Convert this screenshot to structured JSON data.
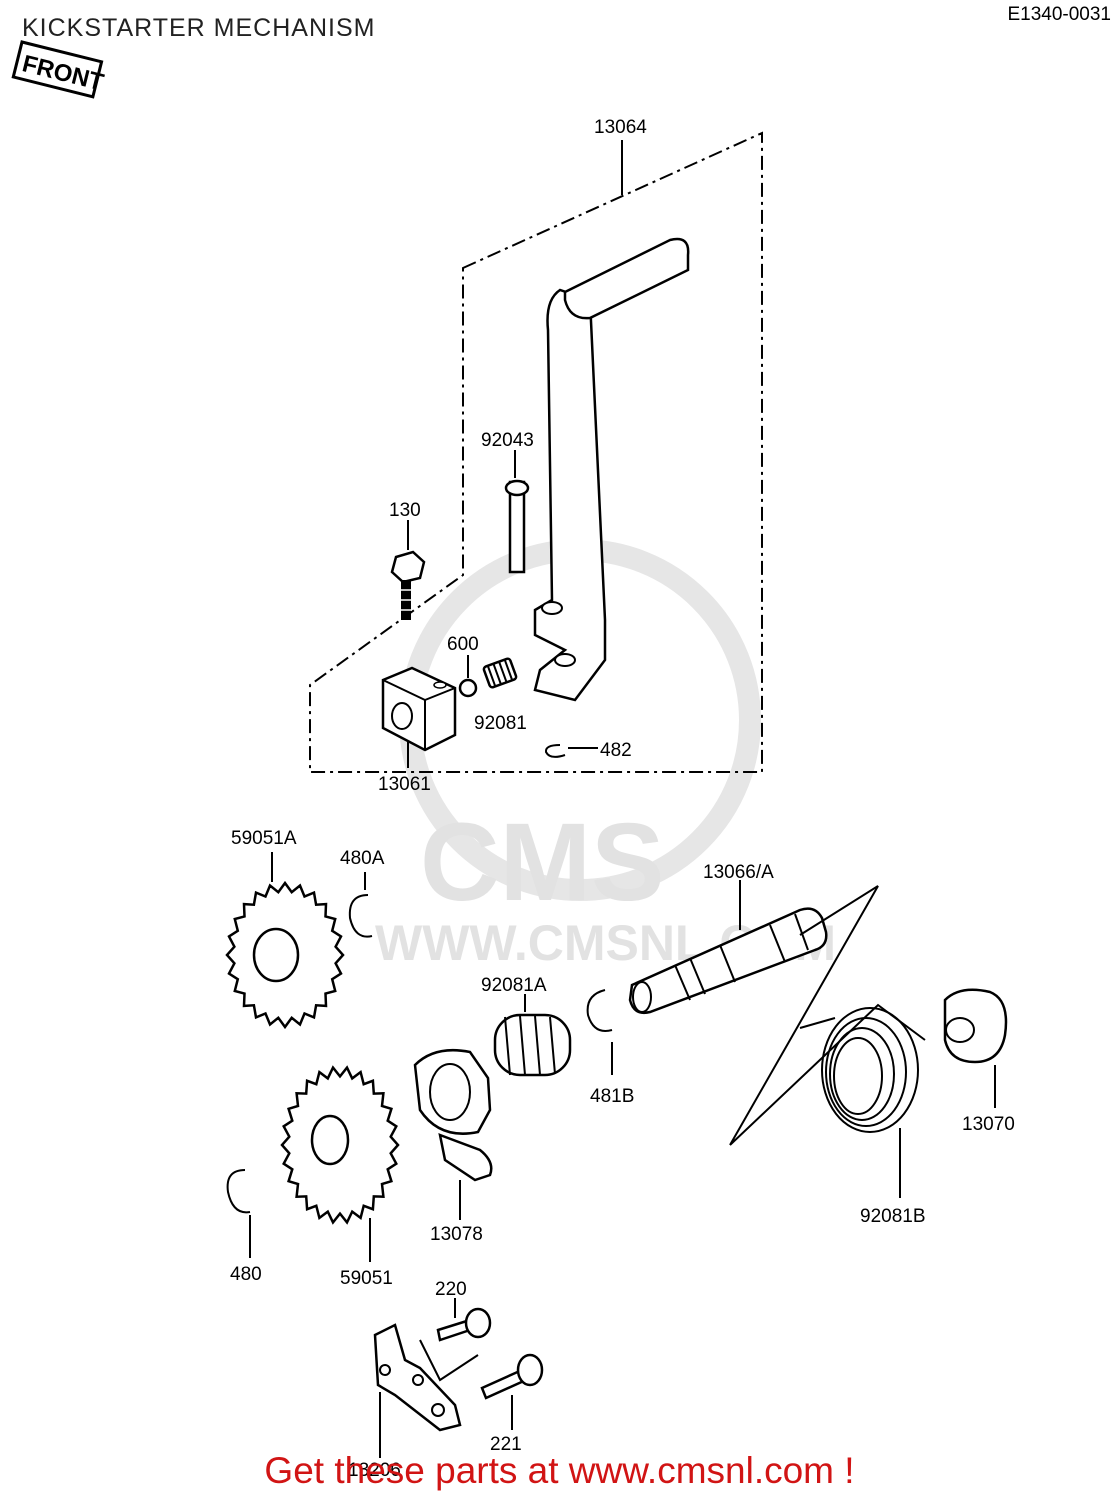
{
  "header": {
    "title": "KICKSTARTER MECHANISM",
    "code": "E1340-0031",
    "front_badge": "FRONT"
  },
  "watermark": {
    "logo_text": "CMS",
    "url_text": "WWW.CMSNL.COM"
  },
  "footer": {
    "text": "Get these parts at www.cmsnl.com !"
  },
  "parts": [
    {
      "id": "p13064",
      "label": "13064"
    },
    {
      "id": "p92043",
      "label": "92043"
    },
    {
      "id": "p130",
      "label": "130"
    },
    {
      "id": "p600",
      "label": "600"
    },
    {
      "id": "p92081",
      "label": "92081"
    },
    {
      "id": "p482",
      "label": "482"
    },
    {
      "id": "p13061",
      "label": "13061"
    },
    {
      "id": "p59051A",
      "label": "59051A"
    },
    {
      "id": "p480A",
      "label": "480A"
    },
    {
      "id": "p13066A",
      "label": "13066/A"
    },
    {
      "id": "p92081A",
      "label": "92081A"
    },
    {
      "id": "p481B",
      "label": "481B"
    },
    {
      "id": "p13070",
      "label": "13070"
    },
    {
      "id": "p92081B",
      "label": "92081B"
    },
    {
      "id": "p13078",
      "label": "13078"
    },
    {
      "id": "p480",
      "label": "480"
    },
    {
      "id": "p59051",
      "label": "59051"
    },
    {
      "id": "p220",
      "label": "220"
    },
    {
      "id": "p221",
      "label": "221"
    },
    {
      "id": "p13206",
      "label": "13206"
    }
  ]
}
